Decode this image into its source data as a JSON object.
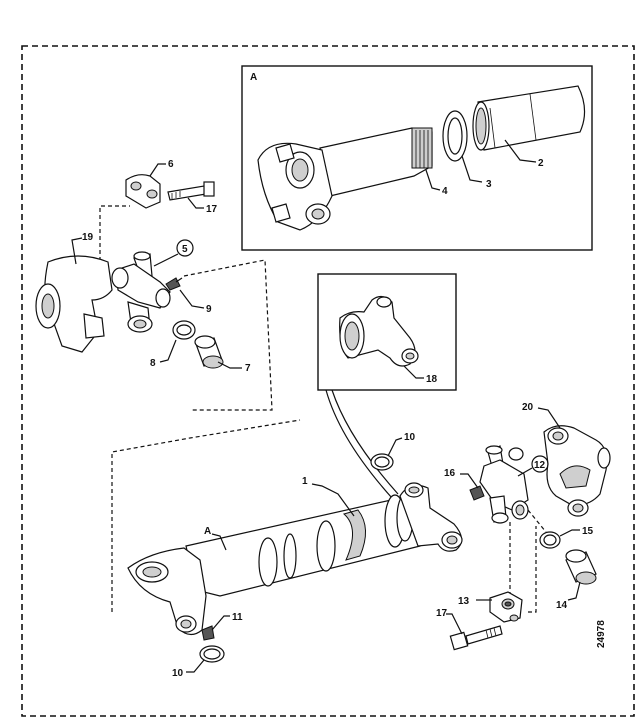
{
  "labels": {
    "inset_a": "A",
    "main_a": "A",
    "l1": "1",
    "l2": "2",
    "l3": "3",
    "l4": "4",
    "l5": "5",
    "l6": "6",
    "l7": "7",
    "l8": "8",
    "l9": "9",
    "l10a": "10",
    "l10b": "10",
    "l11": "11",
    "l12": "12",
    "l13": "13",
    "l14": "14",
    "l15": "15",
    "l16": "16",
    "l17a": "17",
    "l17b": "17",
    "l18": "18",
    "l19": "19",
    "l20": "20",
    "figure_number": "24978"
  }
}
